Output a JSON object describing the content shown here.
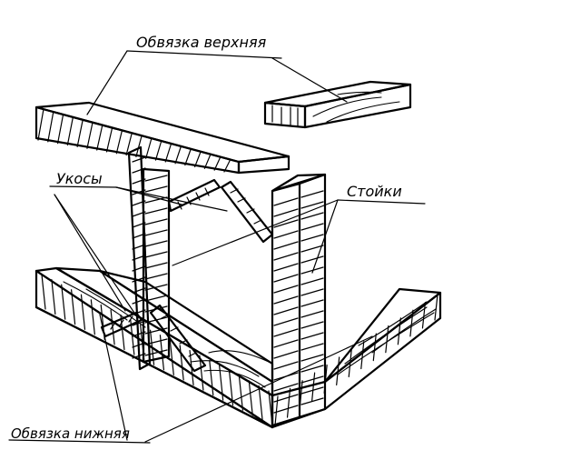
{
  "labels": {
    "top_plate": "Обвязка верхняя",
    "braces": "Укосы",
    "studs": "Стойки",
    "bottom_plate": "Обвязка нижняя"
  },
  "colors": {
    "ink": "#000000",
    "paper": "#ffffff"
  }
}
